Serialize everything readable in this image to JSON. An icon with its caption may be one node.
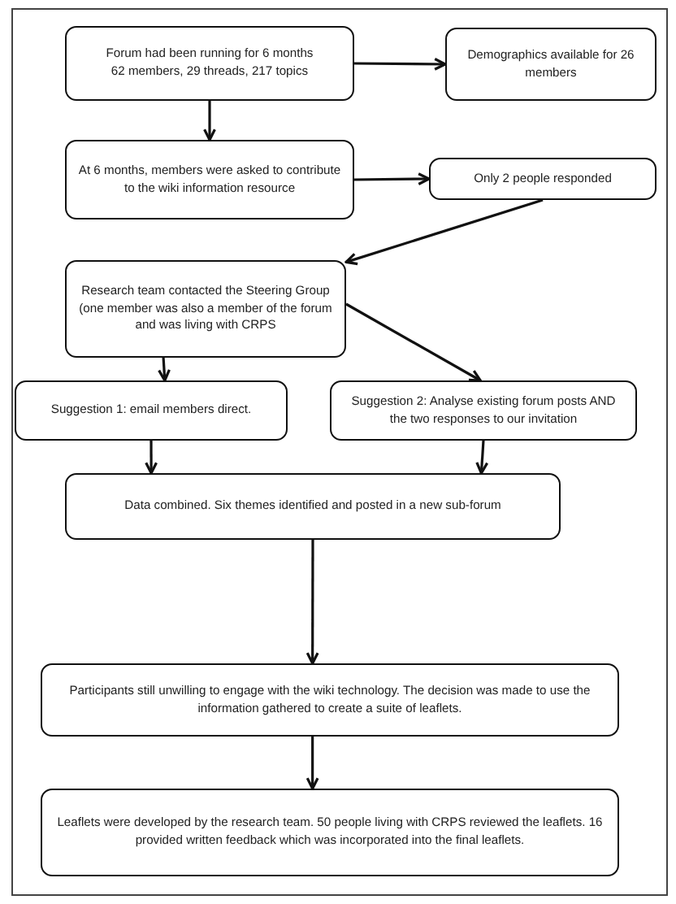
{
  "diagram": {
    "nodes": [
      {
        "text": [
          "Forum had been running for 6 months",
          "62 members, 29 threads, 217 topics"
        ]
      },
      {
        "text": [
          "Demographics available for 26 members"
        ]
      },
      {
        "text": [
          "At 6 months, members were asked to contribute to the wiki information resource"
        ]
      },
      {
        "text": [
          "Only 2 people responded"
        ]
      },
      {
        "text": [
          "Research team contacted the Steering Group (one member was also a member of the forum and was living with CRPS"
        ]
      },
      {
        "text": [
          "Suggestion 1: email members direct."
        ]
      },
      {
        "text": [
          "Suggestion 2: Analyse existing forum posts AND the two responses to our invitation"
        ]
      },
      {
        "text": [
          "Data combined. Six themes identified and posted in a new sub-forum"
        ]
      },
      {
        "text": [
          "Participants still unwilling to engage with the wiki technology. The decision was made to use the information gathered to create a suite of leaflets."
        ]
      },
      {
        "text": [
          "Leaflets were developed by the research team. 50 people living with CRPS reviewed the leaflets. 16 provided written feedback which was incorporated into the final leaflets."
        ]
      }
    ],
    "edges": [
      {
        "from": 0,
        "to": 1,
        "arrow": "to"
      },
      {
        "from": 0,
        "to": 2,
        "arrow": "to"
      },
      {
        "from": 2,
        "to": 3,
        "arrow": "to"
      },
      {
        "from": 3,
        "to": 4,
        "arrow": "to"
      },
      {
        "from": 4,
        "to": 5,
        "arrow": "to"
      },
      {
        "from": 4,
        "to": 6,
        "arrow": "to"
      },
      {
        "from": 5,
        "to": 7,
        "arrow": "to"
      },
      {
        "from": 6,
        "to": 7,
        "arrow": "to"
      },
      {
        "from": 7,
        "to": 8,
        "arrow": "to"
      },
      {
        "from": 8,
        "to": 9,
        "arrow": "to"
      }
    ]
  }
}
